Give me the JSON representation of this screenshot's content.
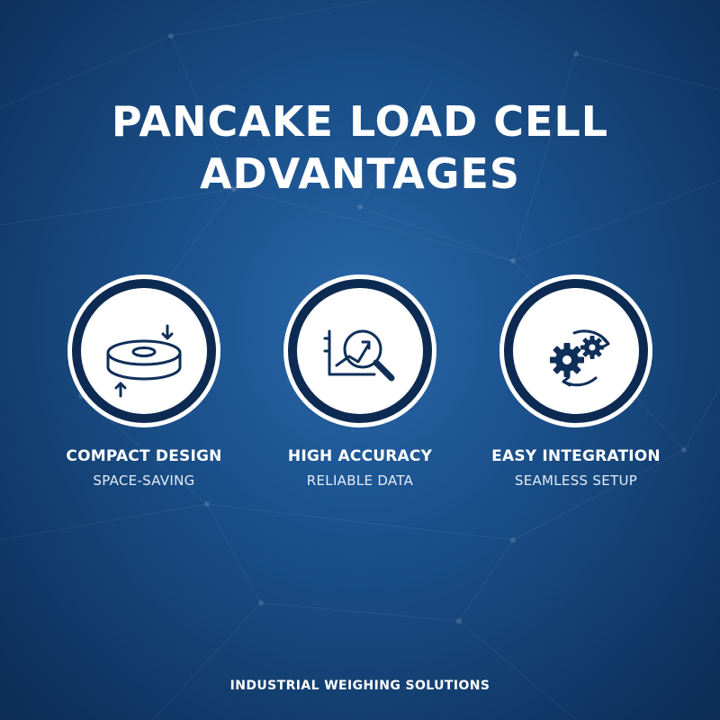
{
  "title": {
    "line1": "PANCAKE LOAD CELL",
    "line2": "ADVANTAGES"
  },
  "features": [
    {
      "icon": "load-cell-icon",
      "title": "COMPACT DESIGN",
      "subtitle": "SPACE-SAVING"
    },
    {
      "icon": "chart-magnifier-icon",
      "title": "HIGH ACCURACY",
      "subtitle": "RELIABLE DATA"
    },
    {
      "icon": "gears-cycle-icon",
      "title": "EASY INTEGRATION",
      "subtitle": "SEAMLESS SETUP"
    }
  ],
  "footer": "INDUSTRIAL WEIGHING SOLUTIONS",
  "colors": {
    "background": "#1d5592",
    "background_edge": "#0c2c55",
    "ring": "#0d2b52",
    "icon_dark": "#0f2f58",
    "text": "#ffffff"
  }
}
